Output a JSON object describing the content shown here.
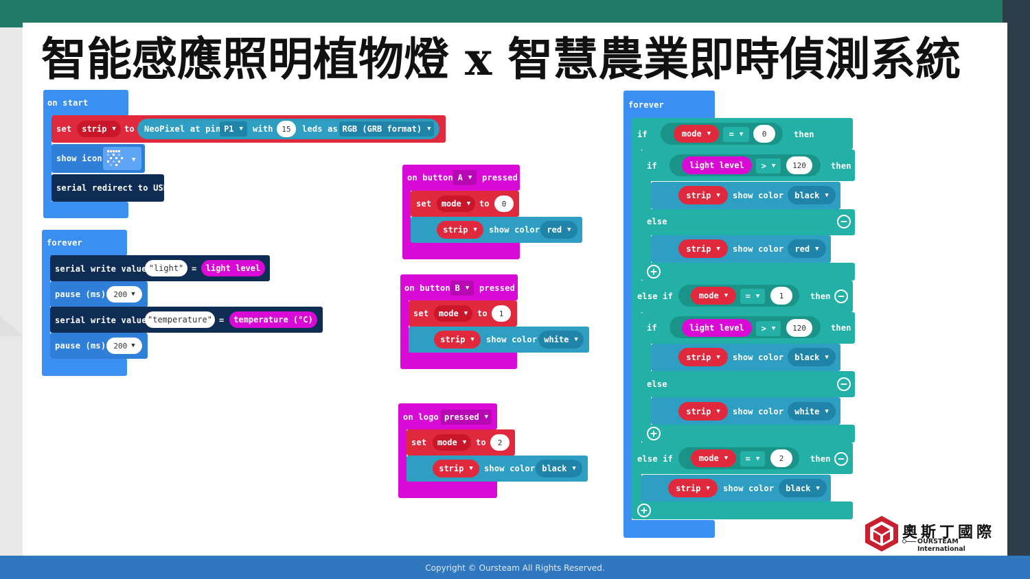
{
  "title": "智能感應照明植物燈 x 智慧農業即時偵測系統",
  "footer": "Copyright © Oursteam All Rights Reserved.",
  "colors": {
    "events": "#3b8ff0",
    "variables": "#e0293c",
    "input": "#d90ad5",
    "neopixel": "#2e9ec2",
    "logic": "#23b0a6",
    "serial": "#0f2c55",
    "footer": "#2f78c0"
  },
  "logo": {
    "name": "奧斯丁國際",
    "sub": "OURSTEAM International"
  },
  "start": {
    "hat": "on start",
    "set": "set",
    "var": "strip",
    "to": "to",
    "neopixel": "NeoPixel at pin",
    "pin": "P1",
    "with": "with",
    "count": "15",
    "leds_as": "leds as",
    "format": "RGB (GRB format)",
    "show_icon": "show icon",
    "serial_redirect": "serial redirect to USB"
  },
  "forever1": {
    "hat": "forever",
    "write1": "serial write value",
    "name1": "light",
    "eq": "=",
    "val1": "light level",
    "pause1": "pause (ms)",
    "ms1": "200",
    "write2": "serial write value",
    "name2": "temperature",
    "val2": "temperature (°C)",
    "pause2": "pause (ms)",
    "ms2": "200"
  },
  "btnA": {
    "hat_on": "on button",
    "btn": "A",
    "pressed": "pressed",
    "set": "set",
    "var": "mode",
    "to": "to",
    "val": "0",
    "strip": "strip",
    "show": "show color",
    "color": "red"
  },
  "btnB": {
    "hat_on": "on button",
    "btn": "B",
    "pressed": "pressed",
    "set": "set",
    "var": "mode",
    "to": "to",
    "val": "1",
    "strip": "strip",
    "show": "show color",
    "color": "white"
  },
  "logo_evt": {
    "hat_on": "on logo",
    "pressed": "pressed",
    "set": "set",
    "var": "mode",
    "to": "to",
    "val": "2",
    "strip": "strip",
    "show": "show color",
    "color": "black"
  },
  "forever2": {
    "hat": "forever",
    "if": "if",
    "then": "then",
    "else": "else",
    "else_if": "else if",
    "mode": "mode",
    "eq": "=",
    "gt": ">",
    "light": "light level",
    "threshold": "120",
    "m0": "0",
    "m1": "1",
    "m2": "2",
    "strip": "strip",
    "show": "show color",
    "black": "black",
    "red": "red",
    "white": "white"
  }
}
